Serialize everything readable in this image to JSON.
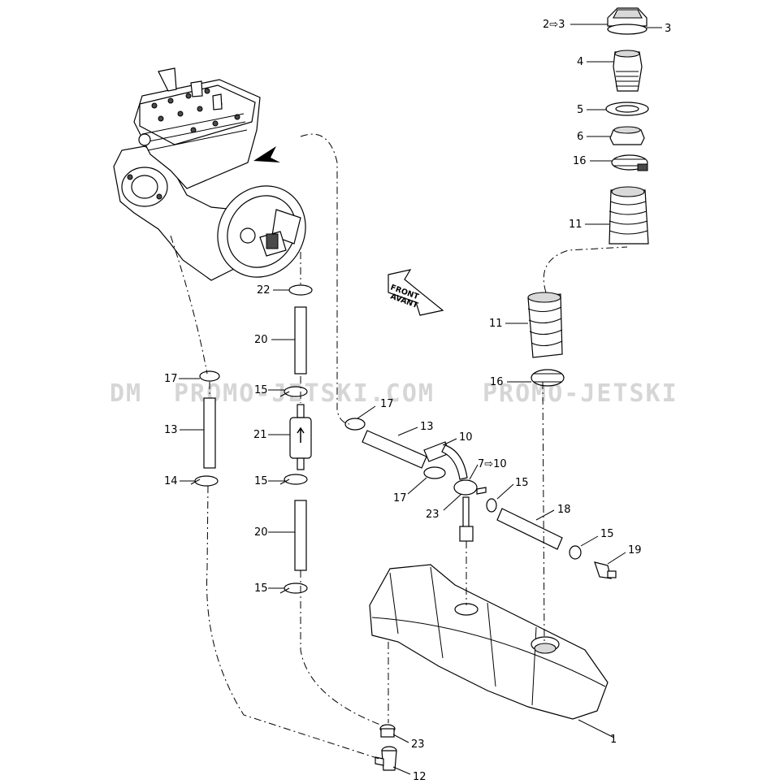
{
  "watermark": {
    "left": "DM",
    "center": "PROMO-JETSKI.COM",
    "right": "PROMO-JETSKI"
  },
  "front_arrow": {
    "line1": "FRONT",
    "line2": "AVANT"
  },
  "callouts": {
    "c2_3": "2⇨3",
    "c3": "3",
    "c4": "4",
    "c5": "5",
    "c6": "6",
    "c16a": "16",
    "c11a": "11",
    "c11b": "11",
    "c16b": "16",
    "c22": "22",
    "c20a": "20",
    "c17a": "17",
    "c15a": "15",
    "c13a": "13",
    "c21": "21",
    "c14": "14",
    "c15b": "15",
    "c20b": "20",
    "c15c": "15",
    "c17b": "17",
    "c13b": "13",
    "c10": "10",
    "c7_10": "7⇨10",
    "c15d": "15",
    "c17c": "17",
    "c23a": "23",
    "c18": "18",
    "c15e": "15",
    "c19": "19",
    "c1": "1",
    "c23b": "23",
    "c12": "12"
  }
}
